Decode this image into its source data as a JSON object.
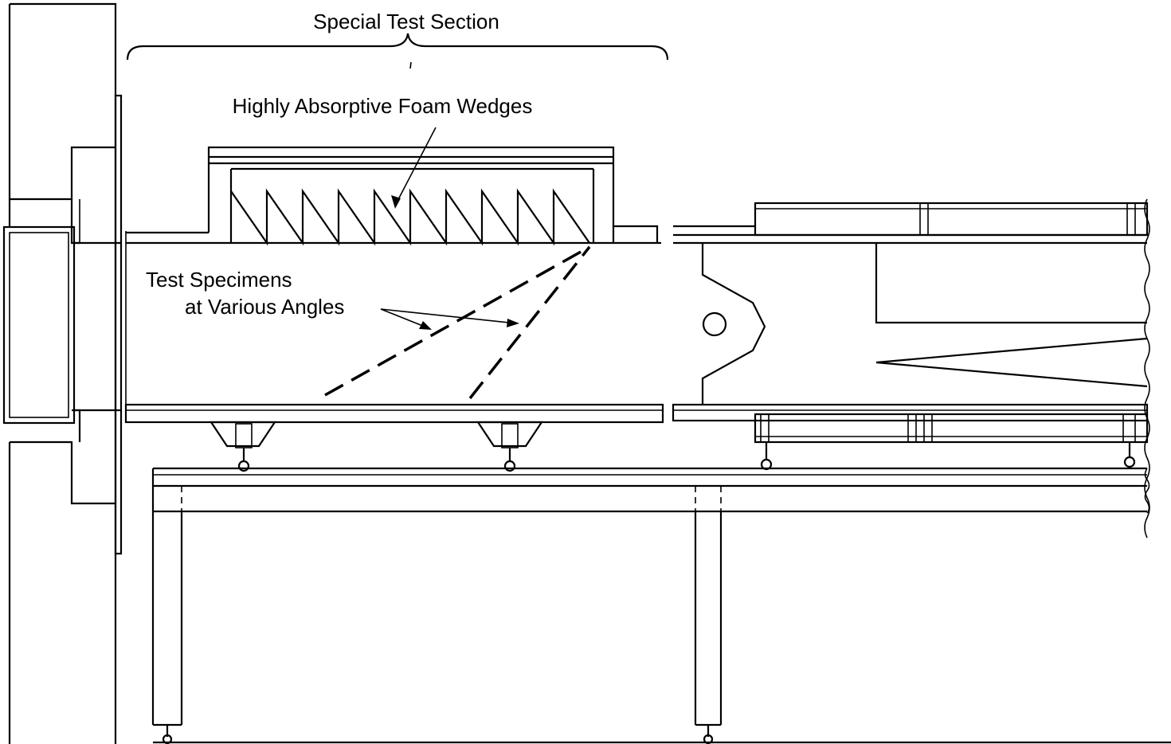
{
  "labels": {
    "section": "Special Test Section",
    "wedges": "Highly Absorptive Foam Wedges",
    "specimens_line1": "Test Specimens",
    "specimens_line2": "at Various Angles"
  }
}
